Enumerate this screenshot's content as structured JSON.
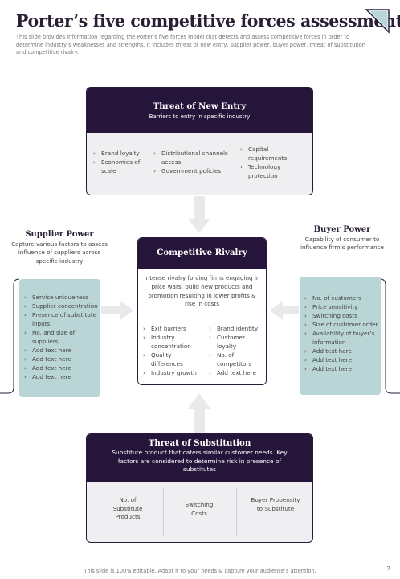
{
  "title": "Porter’s five competitive forces assessment",
  "subtitle": "This slide provides information regarding the Porter’s five forces model that detects and assess competitive forces in order to determine industry’s weaknesses and strengths. It includes threat of new entry, supplier power, buyer power, threat of substitution and competitive rivalry.",
  "new_entry": {
    "title": "Threat of New Entry",
    "subtitle": "Barriers to entry in specific industry",
    "col1": [
      "Brand loyalty",
      "Economies of scale"
    ],
    "col2": [
      "Distributional channels access",
      "Government policies"
    ],
    "col3": [
      "Capital requirements",
      "Technology protection"
    ]
  },
  "supplier": {
    "title": "Supplier Power",
    "subtitle": "Capture various factors to assess influence of suppliers across specific industry",
    "items": [
      "Service uniqueness",
      "Supplier concentration",
      "Presence of substitute inputs",
      "No. and size of suppliers",
      "Add text here",
      "Add text here",
      "Add text here",
      "Add text here"
    ]
  },
  "rivalry": {
    "title": "Competitive Rivalry",
    "description": "Intense rivalry forcing firms engaging in price wars, build new products and promotion resulting in lower profits & rise in costs",
    "col1": [
      "Exit barriers",
      "Industry concentration",
      "Quality differences",
      "Industry growth"
    ],
    "col2": [
      "Brand identity",
      "Customer loyalty",
      "No. of competitors",
      "Add text here"
    ]
  },
  "buyer": {
    "title": "Buyer Power",
    "subtitle": "Capability of consumer to influence firm’s performance",
    "items": [
      "No. of customers",
      "Price sensitivity",
      "Switching costs",
      "Size of customer order",
      "Availability of buyer’s information",
      "Add text here",
      "Add text here",
      "Add text here"
    ]
  },
  "substitution": {
    "title": "Threat of Substitution",
    "subtitle": "Substitute product that caters similar customer needs. Key factors are considered to determine risk in presence of substitutes",
    "factors": [
      "No. of Substitute Products",
      "Switching Costs",
      "Buyer Propensity to Substitute"
    ]
  },
  "footer": "This slide is 100% editable. Adapt it to your needs & capture your audience’s attention.",
  "page_number": "7",
  "colors": {
    "dark": "#26153a",
    "teal": "#b9d5d6",
    "light_gray": "#efeff1",
    "arrow": "#e9e9ec"
  }
}
